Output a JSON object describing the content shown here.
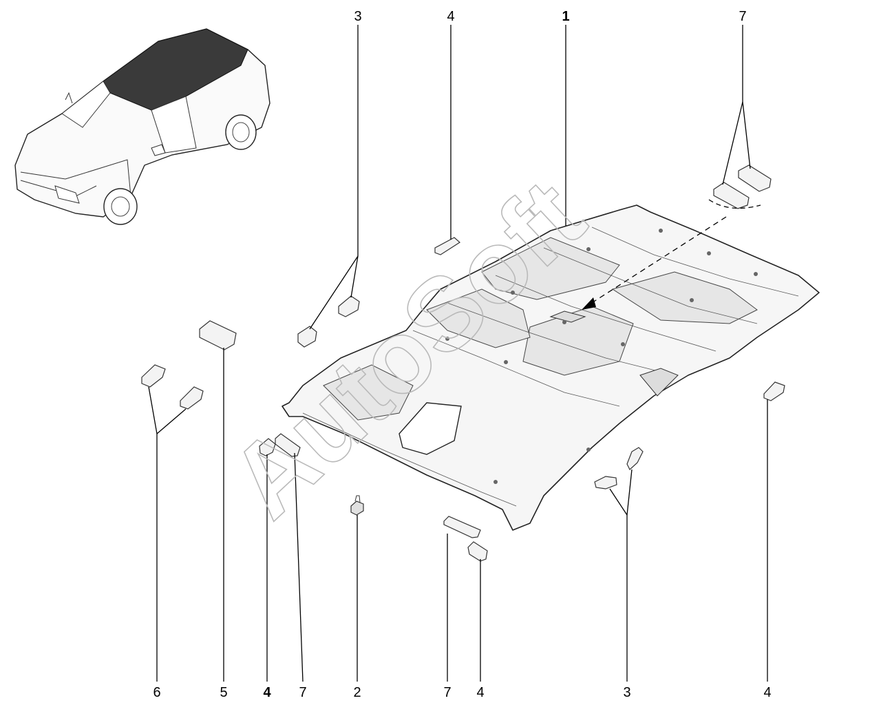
{
  "callouts": {
    "c1": "1",
    "c2": "2",
    "c3_top": "3",
    "c3_bottom": "3",
    "c4_top": "4",
    "c4_left": "4",
    "c4_mid": "4",
    "c4_right": "4",
    "c5": "5",
    "c6": "6",
    "c7_top": "7",
    "c7_left": "7",
    "c7_mid": "7"
  },
  "watermark": {
    "text": "AutoSoft"
  },
  "colors": {
    "line": "#000000",
    "part_fill": "#f3f3f3",
    "watermark": "#b9b9b9"
  }
}
